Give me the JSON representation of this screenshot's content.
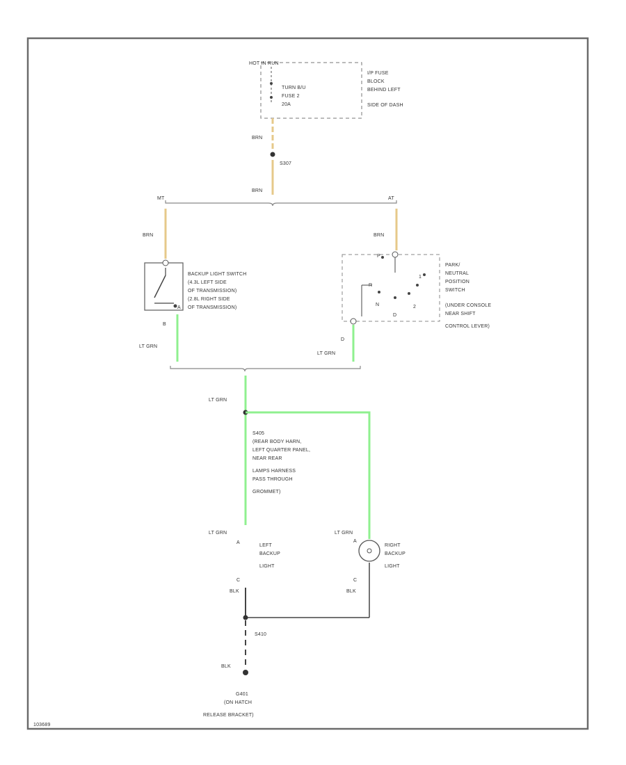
{
  "labels": {
    "hot_in_run": "HOT IN RUN",
    "fuse_name": "TURN B/U",
    "fuse_number": "FUSE 2",
    "fuse_rating": "20A",
    "fuse_block_1": "I/P FUSE",
    "fuse_block_2": "BLOCK",
    "fuse_block_3": "BEHIND LEFT",
    "fuse_block_4": "SIDE OF DASH",
    "brn_top": "BRN",
    "splice_top": "S307",
    "brn_mid": "BRN",
    "mt": "MT",
    "at": "AT",
    "brn_left": "BRN",
    "brn_right": "BRN",
    "backup_sw_1": "BACKUP LIGHT SWITCH",
    "backup_sw_2": "(4.3L LEFT SIDE",
    "backup_sw_3": "OF TRANSMISSION)",
    "backup_sw_4": "(2.8L RIGHT SIDE",
    "backup_sw_5": "OF TRANSMISSION)",
    "pin_b": "B",
    "pin_a_sw": "A",
    "pin_d": "D",
    "lt_grn_left": "LT GRN",
    "lt_grn_right": "LT GRN",
    "prnd_1": "PARK/",
    "prnd_2": "NEUTRAL",
    "prnd_3": "POSITION",
    "prnd_4": "SWITCH",
    "prnd_5": "(UNDER CONSOLE",
    "prnd_6": "NEAR SHIFT",
    "prnd_7": "CONTROL LEVER)",
    "gear_r": "R",
    "gear_p": "P",
    "gear_n": "N",
    "gear_d": "D",
    "gear_2": "2",
    "gear_1": "1",
    "lt_grn_mid": "LT GRN",
    "s_rear_1": "S405",
    "s_rear_2": "(REAR BODY HARN,",
    "s_rear_3": "LEFT QUARTER PANEL,",
    "s_rear_4": "NEAR REAR",
    "s_rear_5": "LAMPS HARNESS",
    "s_rear_6": "PASS THROUGH",
    "s_rear_7": "GROMMET)",
    "lt_grn_lamp_left": "LT GRN",
    "lt_grn_lamp_right": "LT GRN",
    "pin_a_left": "A",
    "pin_a_right": "A",
    "left_light_1": "LEFT",
    "left_light_2": "BACKUP",
    "left_light_3": "LIGHT",
    "right_light_1": "RIGHT",
    "right_light_2": "BACKUP",
    "right_light_3": "LIGHT",
    "pin_c_left": "C",
    "pin_c_right": "C",
    "blk_left": "BLK",
    "blk_right": "BLK",
    "splice_ground": "S410",
    "blk_ground": "BLK",
    "ground_1": "G401",
    "ground_2": "(ON HATCH",
    "ground_3": "RELEASE BRACKET)",
    "figure_id": "103689"
  },
  "colors": {
    "wire_brn": "#e6c98a",
    "wire_lt_grn": "#8ff08f",
    "wire_blk": "#444444",
    "frame": "#6b6b6b"
  }
}
